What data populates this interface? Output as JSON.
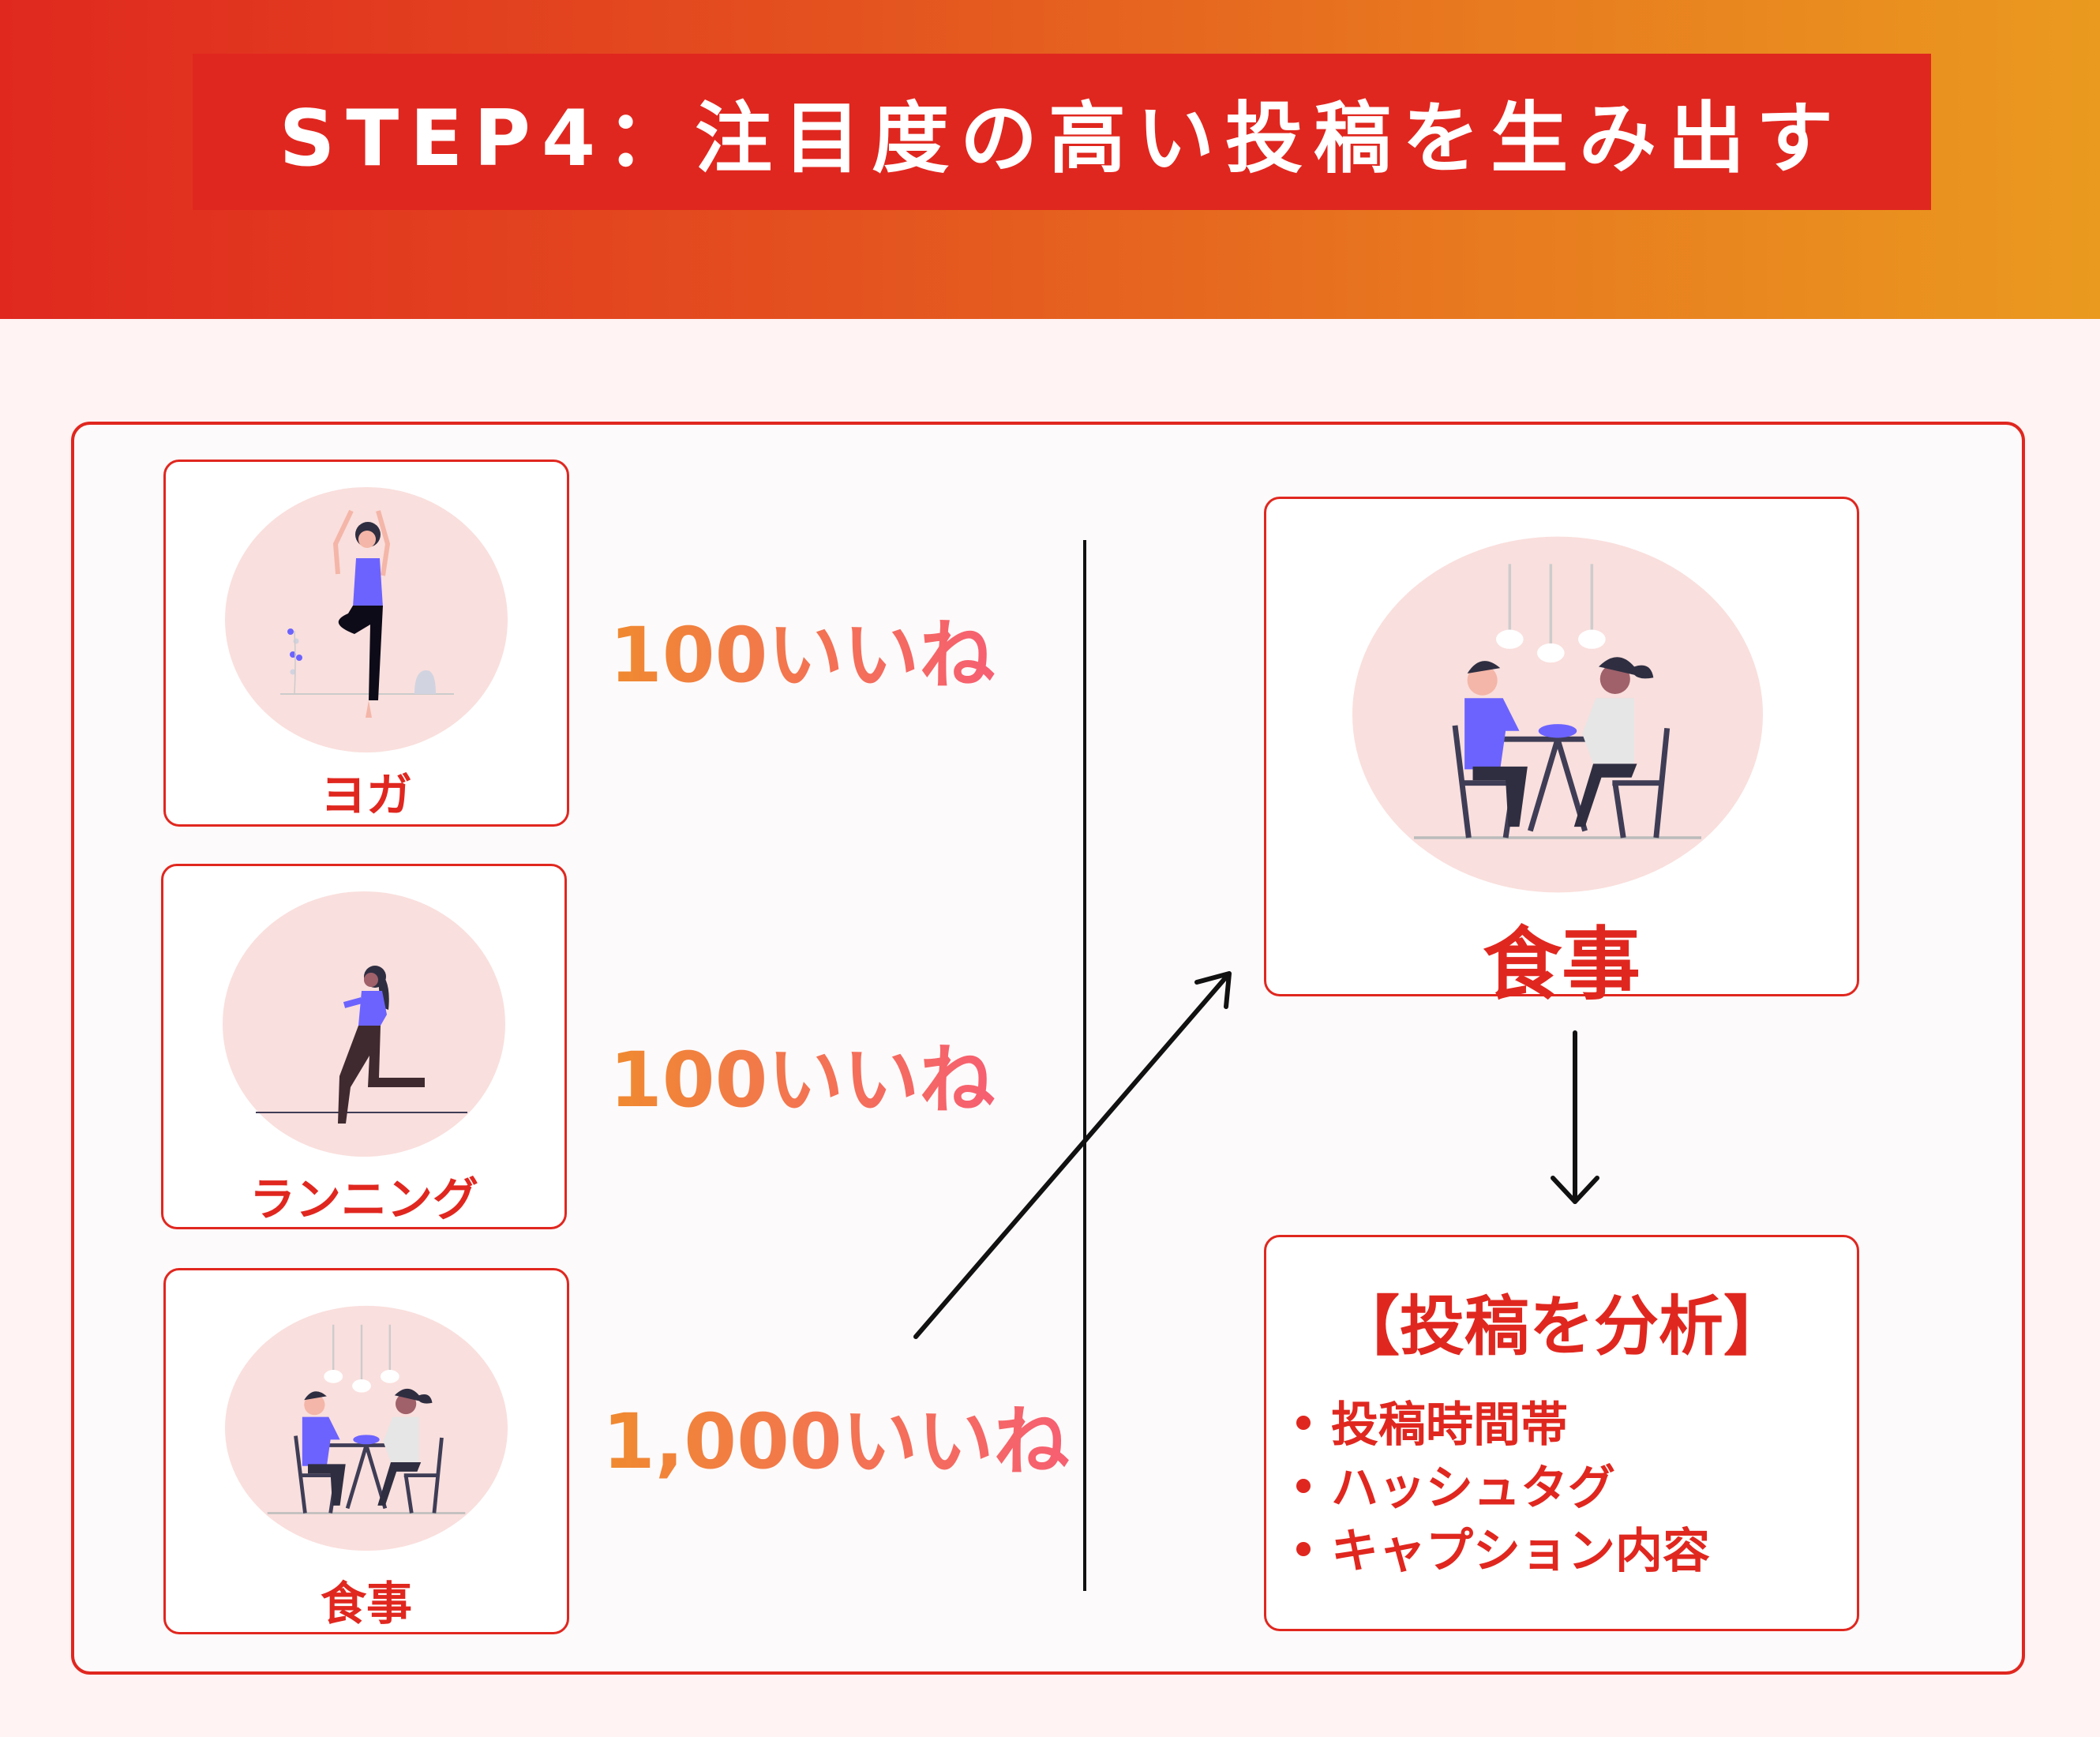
{
  "header": {
    "title": "STEP4：注目度の高い投稿を生み出す"
  },
  "colors": {
    "accent": "#e0271f",
    "gradient_start": "#e0281f",
    "gradient_end": "#ea9a1f",
    "likes_start": "#f08a30",
    "likes_end": "#f65f72",
    "circle": "#f9dfdd",
    "figure": "#6c63ff"
  },
  "posts": [
    {
      "label": "ヨガ",
      "likes": "100いいね",
      "icon": "yoga-illustration"
    },
    {
      "label": "ランニング",
      "likes": "100いいね",
      "icon": "running-illustration"
    },
    {
      "label": "食事",
      "likes": "1,000いいね",
      "icon": "dining-illustration"
    }
  ],
  "highlight": {
    "label": "食事",
    "icon": "dining-illustration"
  },
  "analysis": {
    "title": "【投稿を分析】",
    "items": [
      "投稿時間帯",
      "ハッシュタグ",
      "キャプション内容"
    ]
  }
}
